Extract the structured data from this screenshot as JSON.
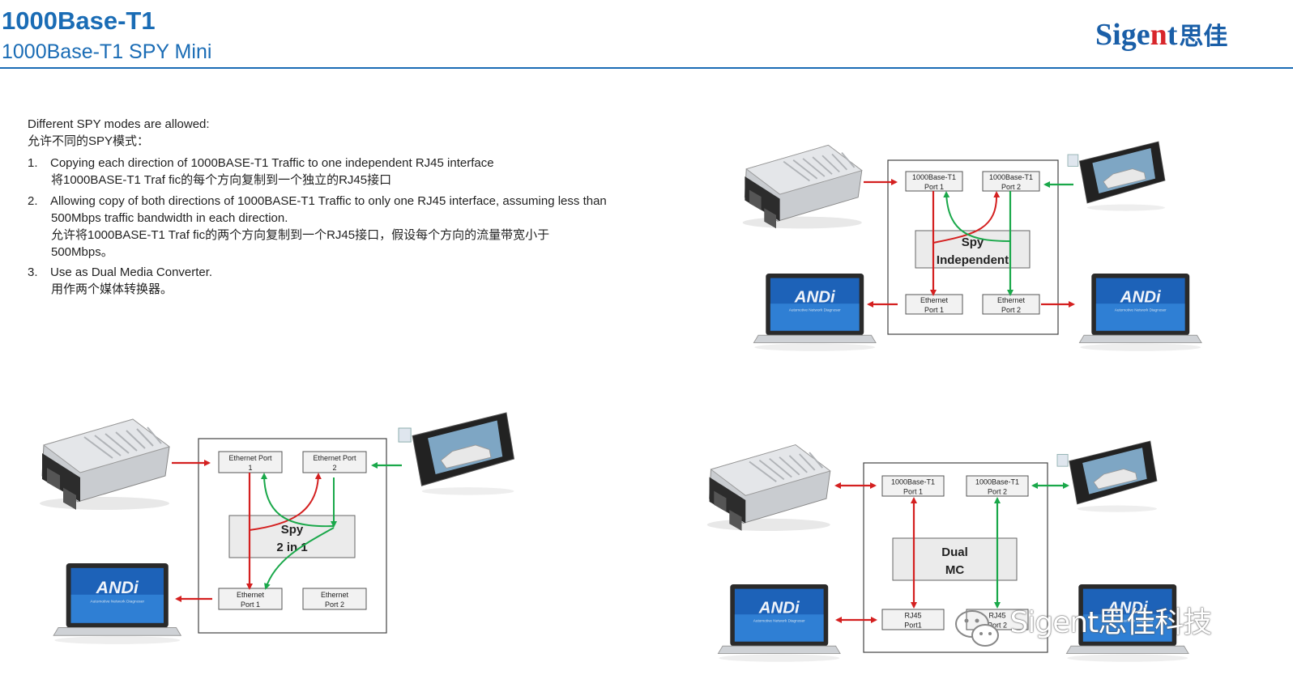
{
  "header": {
    "title": "1000Base-T1",
    "subtitle": "1000Base-T1 SPY Mini",
    "logo_latin": "Sigent",
    "logo_cjk": "思佳"
  },
  "intro": {
    "en": "Different SPY modes are allowed:",
    "zh": "允许不同的SPY模式："
  },
  "items": [
    {
      "num": "1.",
      "lines": [
        "Copying each direction of 1000BASE-T1 Traffic to one independent RJ45 interface",
        "将1000BASE-T1 Traf fic的每个方向复制到一个独立的RJ45接口"
      ]
    },
    {
      "num": "2.",
      "lines": [
        "Allowing copy of both directions of 1000BASE-T1 Traffic to only one RJ45 interface, assuming less than",
        "500Mbps traffic bandwidth in each direction.",
        "允许将1000BASE-T1 Traf fic的两个方向复制到一个RJ45接口，假设每个方向的流量带宽小于",
        "500Mbps。"
      ]
    },
    {
      "num": "3.",
      "lines": [
        "Use as Dual Media Converter.",
        "用作两个媒体转换器。"
      ]
    }
  ],
  "diagrams": {
    "independent": {
      "ports_top": [
        [
          "1000Base-T1",
          "Port 1"
        ],
        [
          "1000Base-T1",
          "Port 2"
        ]
      ],
      "ports_bottom": [
        [
          "Ethernet",
          "Port 1"
        ],
        [
          "Ethernet",
          "Port 2"
        ]
      ],
      "center": [
        "Spy",
        "Independent"
      ]
    },
    "two_in_one": {
      "ports_top": [
        [
          "Ethernet Port",
          "1"
        ],
        [
          "Ethernet Port",
          "2"
        ]
      ],
      "ports_bottom": [
        [
          "Ethernet",
          "Port 1"
        ],
        [
          "Ethernet",
          "Port 2"
        ]
      ],
      "center": [
        "Spy",
        "2 in 1"
      ]
    },
    "dual_mc": {
      "ports_top": [
        [
          "1000Base-T1",
          "Port 1"
        ],
        [
          "1000Base-T1",
          "Port 2"
        ]
      ],
      "ports_bottom": [
        [
          "RJ45",
          "Port1"
        ],
        [
          "RJ45",
          "Port 2"
        ]
      ],
      "center": [
        "Dual",
        "MC"
      ]
    },
    "laptop_screen_text": "ANDi",
    "laptop_tagline": "Automotive Network Diagnoser"
  },
  "watermark": "Sigent思佳科技",
  "colors": {
    "brand_blue": "#1a6cb5",
    "logo_red": "#d8262b",
    "arrow_red": "#d42020",
    "arrow_green": "#1aa84a"
  },
  "icons": [
    "ecu-module-icon",
    "car-display-icon",
    "laptop-icon",
    "wechat-icon"
  ]
}
